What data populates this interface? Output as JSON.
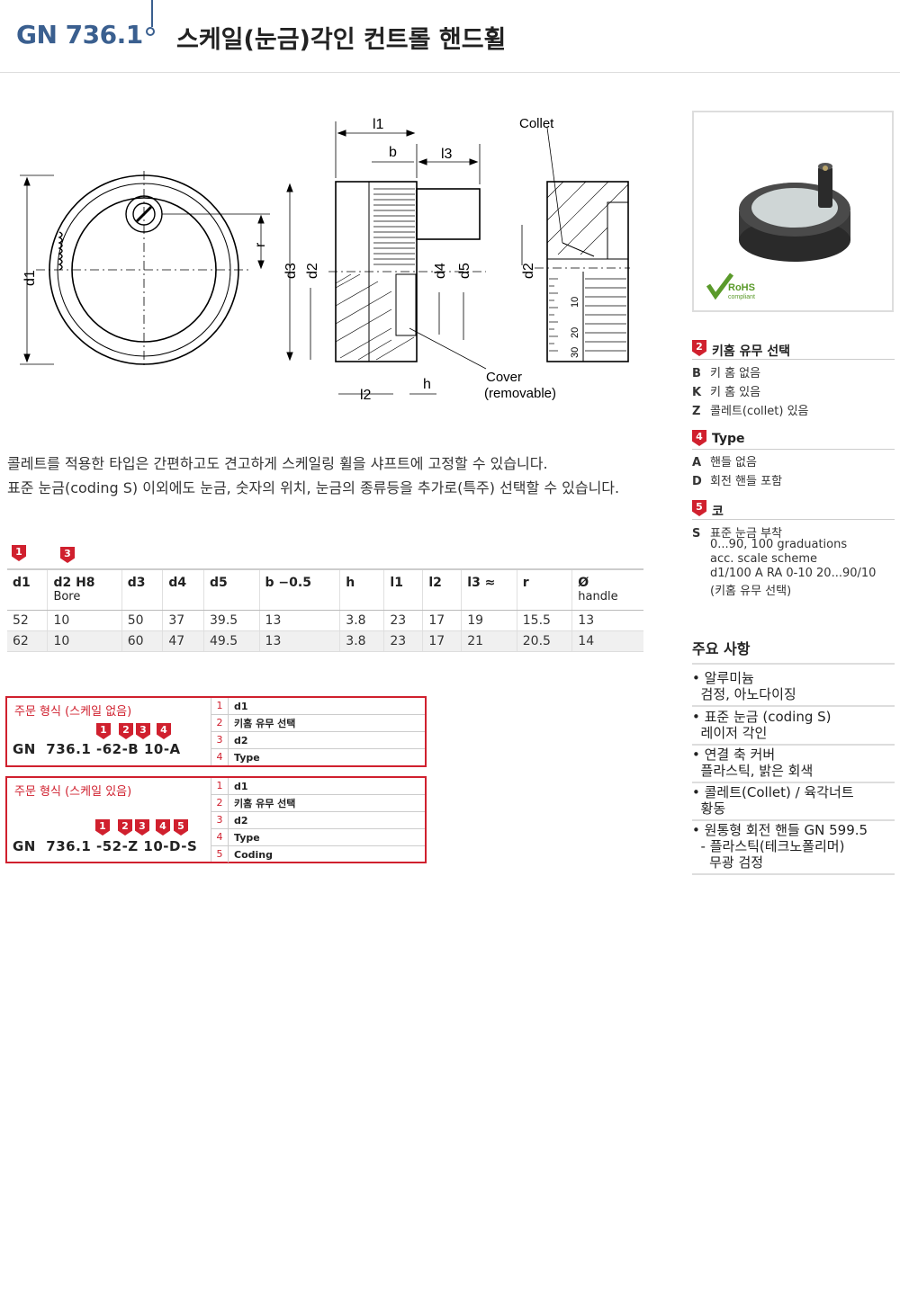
{
  "header": {
    "code": "GN 736.1",
    "title": "스케일(눈금)각인 컨트롤 핸드휠"
  },
  "drawing": {
    "labels": {
      "l1": "l1",
      "b": "b",
      "l3": "l3",
      "collet": "Collet",
      "d1": "d1",
      "r": "r",
      "d3": "d3",
      "d2": "d2",
      "d4": "d4",
      "d5": "d5",
      "h": "h",
      "l2": "l2",
      "cover": "Cover",
      "removable": "(removable)",
      "scale_10": "10",
      "scale_20": "20",
      "scale_30": "30"
    }
  },
  "description": [
    "콜레트를 적용한 타입은 간편하고도 견고하게 스케일링 휠을 샤프트에 고정할 수 있습니다.",
    "표준 눈금(coding S) 이외에도 눈금, 숫자의 위치, 눈금의 종류등을 추가로(특주) 선택할 수 있습니다."
  ],
  "table": {
    "markers": {
      "col_d1": "1",
      "col_d2": "3"
    },
    "headers": [
      {
        "main": "d1",
        "sub": ""
      },
      {
        "main": "d2 H8",
        "sub": "Bore"
      },
      {
        "main": "d3",
        "sub": ""
      },
      {
        "main": "d4",
        "sub": ""
      },
      {
        "main": "d5",
        "sub": ""
      },
      {
        "main": "b −0.5",
        "sub": ""
      },
      {
        "main": "h",
        "sub": ""
      },
      {
        "main": "l1",
        "sub": ""
      },
      {
        "main": "l2",
        "sub": ""
      },
      {
        "main": "l3 ≈",
        "sub": ""
      },
      {
        "main": "r",
        "sub": ""
      },
      {
        "main": "Ø",
        "sub": "handle"
      }
    ],
    "rows": [
      [
        "52",
        "10",
        "50",
        "37",
        "39.5",
        "13",
        "3.8",
        "23",
        "17",
        "19",
        "15.5",
        "13"
      ],
      [
        "62",
        "10",
        "60",
        "47",
        "49.5",
        "13",
        "3.8",
        "23",
        "17",
        "21",
        "20.5",
        "14"
      ]
    ]
  },
  "order1": {
    "label": "주문 형식 (스케일 없음)",
    "code": "GN  736.1 -62-B 10-A",
    "badges": [
      "1",
      "2",
      "3",
      "4"
    ],
    "items": [
      {
        "num": "1",
        "text": "d1"
      },
      {
        "num": "2",
        "text": "키홈 유무 선택"
      },
      {
        "num": "3",
        "text": "d2"
      },
      {
        "num": "4",
        "text": "Type"
      }
    ]
  },
  "order2": {
    "label": "주문 형식 (스케일 있음)",
    "code": "GN  736.1 -52-Z 10-D-S",
    "badges": [
      "1",
      "2",
      "3",
      "4",
      "5"
    ],
    "items": [
      {
        "num": "1",
        "text": "d1"
      },
      {
        "num": "2",
        "text": "키홈 유무 선택"
      },
      {
        "num": "3",
        "text": "d2"
      },
      {
        "num": "4",
        "text": "Type"
      },
      {
        "num": "5",
        "text": "Coding"
      }
    ]
  },
  "photo": {
    "rohs": "RoHS",
    "rohs_sub": "compliant"
  },
  "options": {
    "keyway": {
      "num": "2",
      "title": "키홈 유무 선택",
      "items": [
        {
          "code": "B",
          "text": "키 홈 없음"
        },
        {
          "code": "K",
          "text": "키 홈 있음"
        },
        {
          "code": "Z",
          "text": "콜레트(collet) 있음"
        }
      ]
    },
    "type": {
      "num": "4",
      "title": "Type",
      "items": [
        {
          "code": "A",
          "text": "핸들 없음"
        },
        {
          "code": "D",
          "text": "회전 핸들 포함"
        }
      ]
    },
    "coding": {
      "num": "5",
      "title": "코",
      "code": "S",
      "line1": "표준 눈금 부착",
      "line2": "0...90, 100 graduations",
      "line3": "acc. scale scheme",
      "line4": "d1/100 A RA 0-10 20...90/10",
      "line5": "(키홈 유무 선택)"
    }
  },
  "notes": {
    "title": "주요 사항",
    "items": [
      {
        "l1": "알루미늄",
        "l2": "검정, 아노다이징"
      },
      {
        "l1": "표준 눈금 (coding S)",
        "l2": "레이저 각인"
      },
      {
        "l1": "연결 축 커버",
        "l2": "플라스틱, 밝은 회색"
      },
      {
        "l1": "콜레트(Collet) / 육각너트",
        "l2": "황동"
      },
      {
        "l1": "원통형 회전 핸들 GN 599.5",
        "l2": "- 플라스틱(테크노폴리머)",
        "l3": "무광 검정"
      }
    ]
  }
}
